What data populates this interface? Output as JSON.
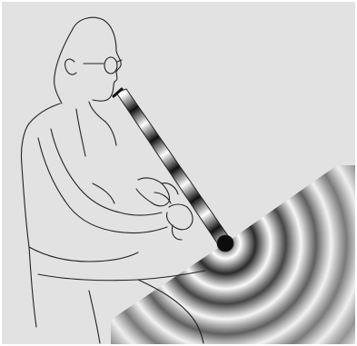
{
  "illustration": {
    "subject": "clarinet-player",
    "colors": {
      "background": "#e2e2e2",
      "outline": "#222222",
      "wave_dark": "#111111",
      "wave_light": "#ffffff"
    },
    "standing_wave_count": 5,
    "radiating_ring_count": 6
  }
}
